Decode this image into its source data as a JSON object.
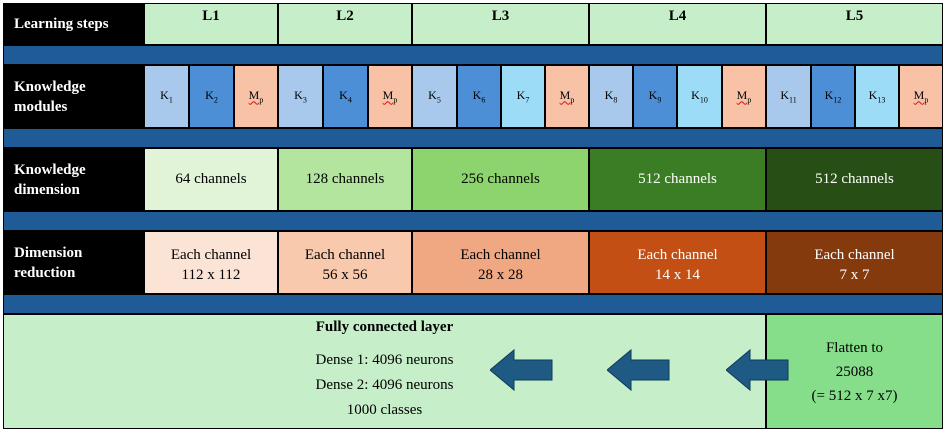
{
  "rows": {
    "steps_label": "Learning steps",
    "modules_label": "Knowledge\nmodules",
    "dimension_label": "Knowledge\ndimension",
    "reduction_label": "Dimension\nreduction"
  },
  "levels": [
    "L1",
    "L2",
    "L3",
    "L4",
    "L5"
  ],
  "modules": [
    {
      "main": "K",
      "sub": "1",
      "color": "#a9c9ec"
    },
    {
      "main": "K",
      "sub": "2",
      "color": "#4c8fd6"
    },
    {
      "main": "M",
      "sub": "p",
      "color": "#f7c2a5",
      "pool": true
    },
    {
      "main": "K",
      "sub": "3",
      "color": "#a9c9ec"
    },
    {
      "main": "K",
      "sub": "4",
      "color": "#4c8fd6"
    },
    {
      "main": "M",
      "sub": "p",
      "color": "#f7c2a5",
      "pool": true
    },
    {
      "main": "K",
      "sub": "5",
      "color": "#a9c9ec"
    },
    {
      "main": "K",
      "sub": "6",
      "color": "#4c8fd6"
    },
    {
      "main": "K",
      "sub": "7",
      "color": "#9ddcf7"
    },
    {
      "main": "M",
      "sub": "p",
      "color": "#f7c2a5",
      "pool": true
    },
    {
      "main": "K",
      "sub": "8",
      "color": "#a9c9ec"
    },
    {
      "main": "K",
      "sub": "9",
      "color": "#4c8fd6"
    },
    {
      "main": "K",
      "sub": "10",
      "color": "#9ddcf7"
    },
    {
      "main": "M",
      "sub": "p",
      "color": "#f7c2a5",
      "pool": true
    },
    {
      "main": "K",
      "sub": "11",
      "color": "#a9c9ec"
    },
    {
      "main": "K",
      "sub": "12",
      "color": "#4c8fd6"
    },
    {
      "main": "K",
      "sub": "13",
      "color": "#9ddcf7"
    },
    {
      "main": "M",
      "sub": "p",
      "color": "#f7c2a5",
      "pool": true
    }
  ],
  "dimensions": [
    {
      "text": "64 channels",
      "color": "#e1f4d8",
      "text_color": "#000000"
    },
    {
      "text": "128 channels",
      "color": "#b3e59f",
      "text_color": "#000000"
    },
    {
      "text": "256 channels",
      "color": "#8dd46e",
      "text_color": "#000000"
    },
    {
      "text": "512 channels",
      "color": "#3a7d24",
      "text_color": "#ffffff"
    },
    {
      "text": "512 channels",
      "color": "#274e14",
      "text_color": "#ffffff"
    }
  ],
  "reductions": [
    {
      "line1": "Each channel",
      "line2": "112 x 112",
      "color": "#fbe4d6",
      "text_color": "#000000"
    },
    {
      "line1": "Each channel",
      "line2": "56 x 56",
      "color": "#f8c9ad",
      "text_color": "#000000"
    },
    {
      "line1": "Each channel",
      "line2": "28 x 28",
      "color": "#f0a883",
      "text_color": "#000000"
    },
    {
      "line1": "Each channel",
      "line2": "14 x 14",
      "color": "#c44f15",
      "text_color": "#ffffff"
    },
    {
      "line1": "Each channel",
      "line2": "7 x 7",
      "color": "#853a0e",
      "text_color": "#ffffff"
    }
  ],
  "fully_connected": {
    "title": "Fully connected layer",
    "lines": [
      "Dense 1: 4096 neurons",
      "Dense 2: 4096 neurons",
      "1000 classes"
    ]
  },
  "flatten": {
    "lines": [
      "Flatten to",
      "25088",
      "(= 512 x 7 x7)"
    ]
  },
  "colors": {
    "separator": "#1f5b96",
    "arrow": "#1e5a83",
    "header_bg": "#000000",
    "level_bg": "#c5eec9"
  }
}
